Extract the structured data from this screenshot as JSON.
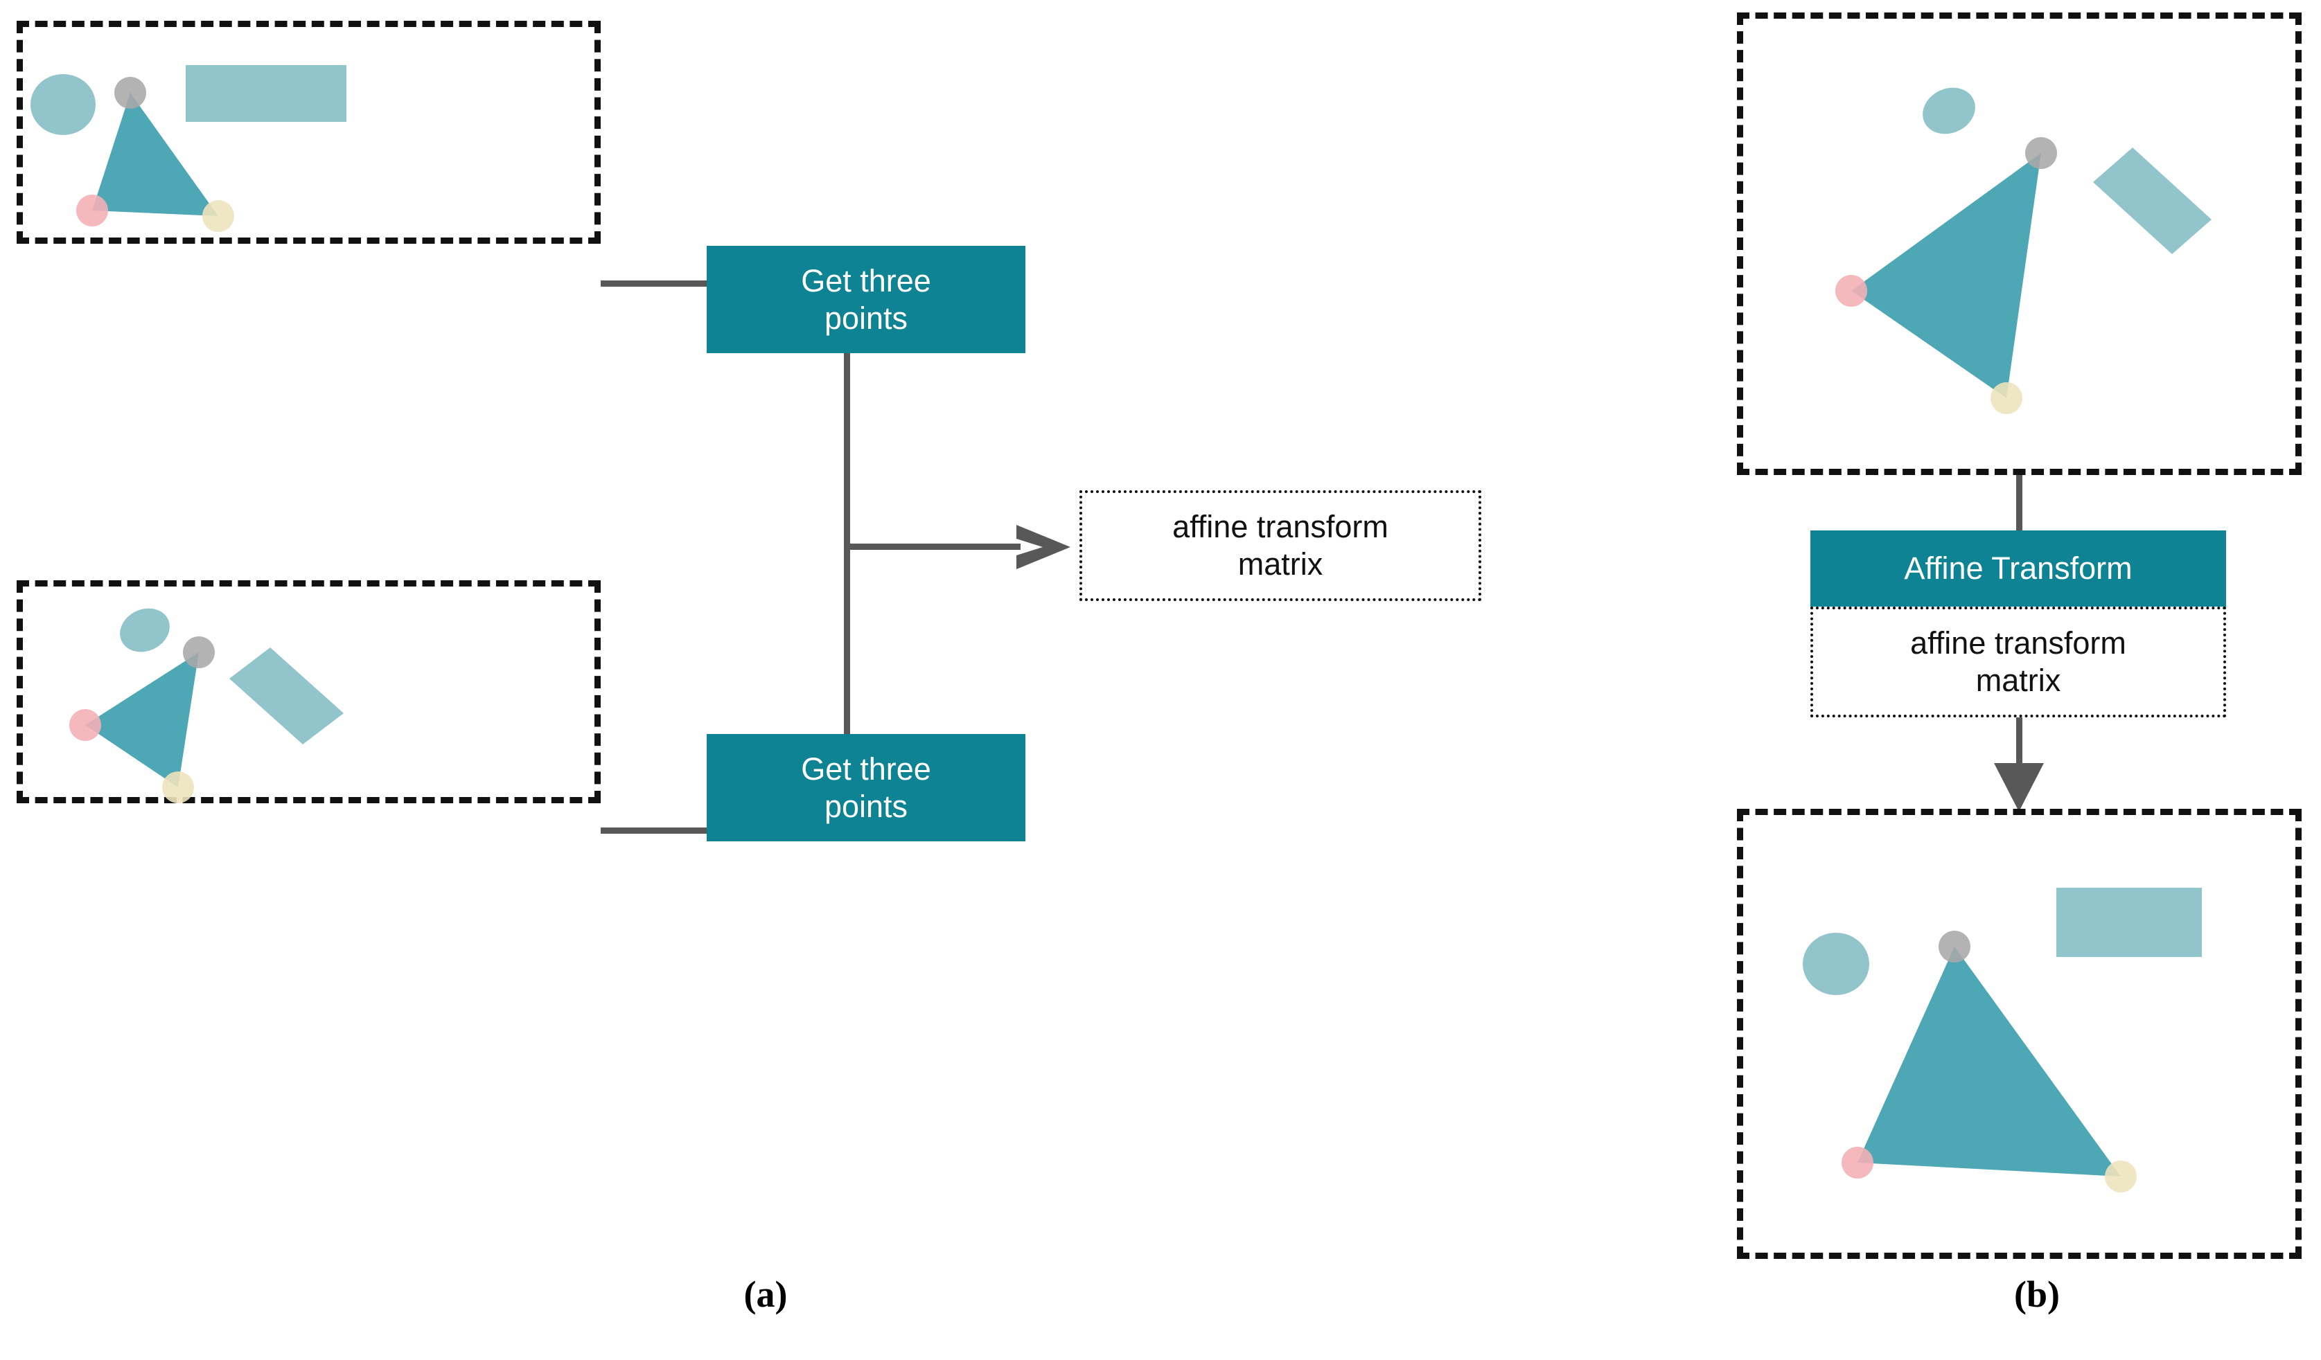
{
  "figure": {
    "panels": [
      {
        "id": "a",
        "caption": "(a)"
      },
      {
        "id": "b",
        "caption": "(b)"
      }
    ]
  },
  "colors": {
    "process_box": "#0e8393",
    "process_text": "#ffffff",
    "triangle_fill": "#56a7b4",
    "light_shape_fill": "#92c5cb",
    "vertex_gray": "#a8a8a8",
    "vertex_pink": "#f4b0b6",
    "vertex_yellow": "#ede3bd",
    "connector": "#585858",
    "frame_dash": "#111111",
    "background": "#ffffff"
  },
  "panel_a": {
    "top_scene": {
      "name": "source image scene",
      "shapes": [
        {
          "type": "ellipse",
          "name": "circle-shape"
        },
        {
          "type": "rect",
          "name": "rectangle-shape"
        },
        {
          "type": "triangle",
          "name": "triangle-shape"
        }
      ],
      "vertices": [
        {
          "name": "apex-vertex",
          "color": "gray"
        },
        {
          "name": "left-vertex",
          "color": "pink"
        },
        {
          "name": "right-vertex",
          "color": "yellow"
        }
      ]
    },
    "bottom_scene": {
      "name": "target image scene",
      "shapes": [
        {
          "type": "ellipse",
          "name": "circle-shape"
        },
        {
          "type": "rect",
          "name": "rectangle-shape"
        },
        {
          "type": "triangle",
          "name": "triangle-shape"
        }
      ],
      "vertices": [
        {
          "name": "apex-vertex",
          "color": "gray"
        },
        {
          "name": "left-vertex",
          "color": "pink"
        },
        {
          "name": "bottom-vertex",
          "color": "yellow"
        }
      ]
    },
    "process_top_label": "Get three\npoints",
    "process_bottom_label": "Get three\npoints",
    "output_label": "affine transform\nmatrix"
  },
  "panel_b": {
    "input_scene": {
      "name": "input image scene"
    },
    "output_scene": {
      "name": "output image scene"
    },
    "process_label": "Affine Transform",
    "data_label": "affine transform\nmatrix"
  }
}
